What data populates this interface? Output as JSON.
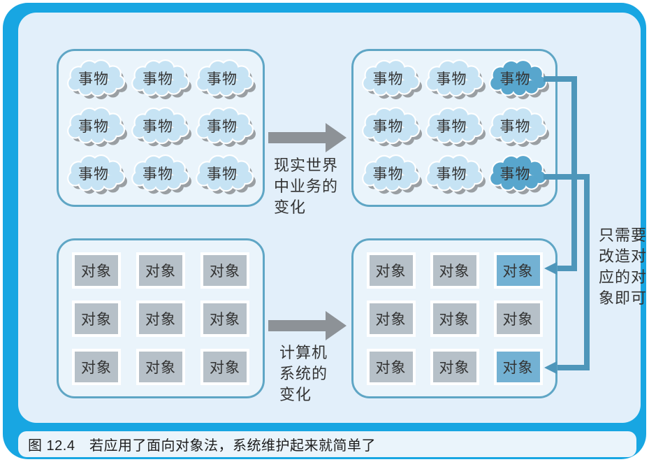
{
  "colors": {
    "frame_blue": "#18a6e2",
    "main_bg": "#e2effa",
    "panel_bg": "#eaf4fb",
    "panel_border": "#5fa6c5",
    "cloud_fill": "#c6e3f4",
    "cloud_highlight": "#58a6cd",
    "cloud_shadow": "#9a9fa3",
    "square_fill": "#b6c0c8",
    "square_highlight": "#73b1d3",
    "gray_arrow": "#8d9297",
    "connector": "#4e96ba",
    "text_dark": "#2e2e2e"
  },
  "panels": [
    {
      "id": "real-world-before",
      "type": "cloud",
      "items": [
        {
          "label": "事物",
          "highlighted": false
        },
        {
          "label": "事物",
          "highlighted": false
        },
        {
          "label": "事物",
          "highlighted": false
        },
        {
          "label": "事物",
          "highlighted": false
        },
        {
          "label": "事物",
          "highlighted": false
        },
        {
          "label": "事物",
          "highlighted": false
        },
        {
          "label": "事物",
          "highlighted": false
        },
        {
          "label": "事物",
          "highlighted": false
        },
        {
          "label": "事物",
          "highlighted": false
        }
      ]
    },
    {
      "id": "real-world-after",
      "type": "cloud",
      "items": [
        {
          "label": "事物",
          "highlighted": false
        },
        {
          "label": "事物",
          "highlighted": false
        },
        {
          "label": "事物",
          "highlighted": true
        },
        {
          "label": "事物",
          "highlighted": false
        },
        {
          "label": "事物",
          "highlighted": false
        },
        {
          "label": "事物",
          "highlighted": false
        },
        {
          "label": "事物",
          "highlighted": false
        },
        {
          "label": "事物",
          "highlighted": false
        },
        {
          "label": "事物",
          "highlighted": true
        }
      ]
    },
    {
      "id": "computer-system-before",
      "type": "square",
      "items": [
        {
          "label": "对象",
          "highlighted": false
        },
        {
          "label": "对象",
          "highlighted": false
        },
        {
          "label": "对象",
          "highlighted": false
        },
        {
          "label": "对象",
          "highlighted": false
        },
        {
          "label": "对象",
          "highlighted": false
        },
        {
          "label": "对象",
          "highlighted": false
        },
        {
          "label": "对象",
          "highlighted": false
        },
        {
          "label": "对象",
          "highlighted": false
        },
        {
          "label": "对象",
          "highlighted": false
        }
      ]
    },
    {
      "id": "computer-system-after",
      "type": "square",
      "items": [
        {
          "label": "对象",
          "highlighted": false
        },
        {
          "label": "对象",
          "highlighted": false
        },
        {
          "label": "对象",
          "highlighted": true
        },
        {
          "label": "对象",
          "highlighted": false
        },
        {
          "label": "对象",
          "highlighted": false
        },
        {
          "label": "对象",
          "highlighted": false
        },
        {
          "label": "对象",
          "highlighted": false
        },
        {
          "label": "对象",
          "highlighted": false
        },
        {
          "label": "对象",
          "highlighted": true
        }
      ]
    }
  ],
  "arrows": [
    {
      "direction": "right",
      "label_lines": [
        "现实世界",
        "中业务的",
        "变化"
      ]
    },
    {
      "direction": "right",
      "label_lines": [
        "计算机",
        "系统的",
        "变化"
      ]
    }
  ],
  "side_note": {
    "lines": [
      "只需要",
      "改造对",
      "应的对",
      "象即可"
    ]
  },
  "caption": "图 12.4　若应用了面向对象法，系统维护起来就简单了"
}
